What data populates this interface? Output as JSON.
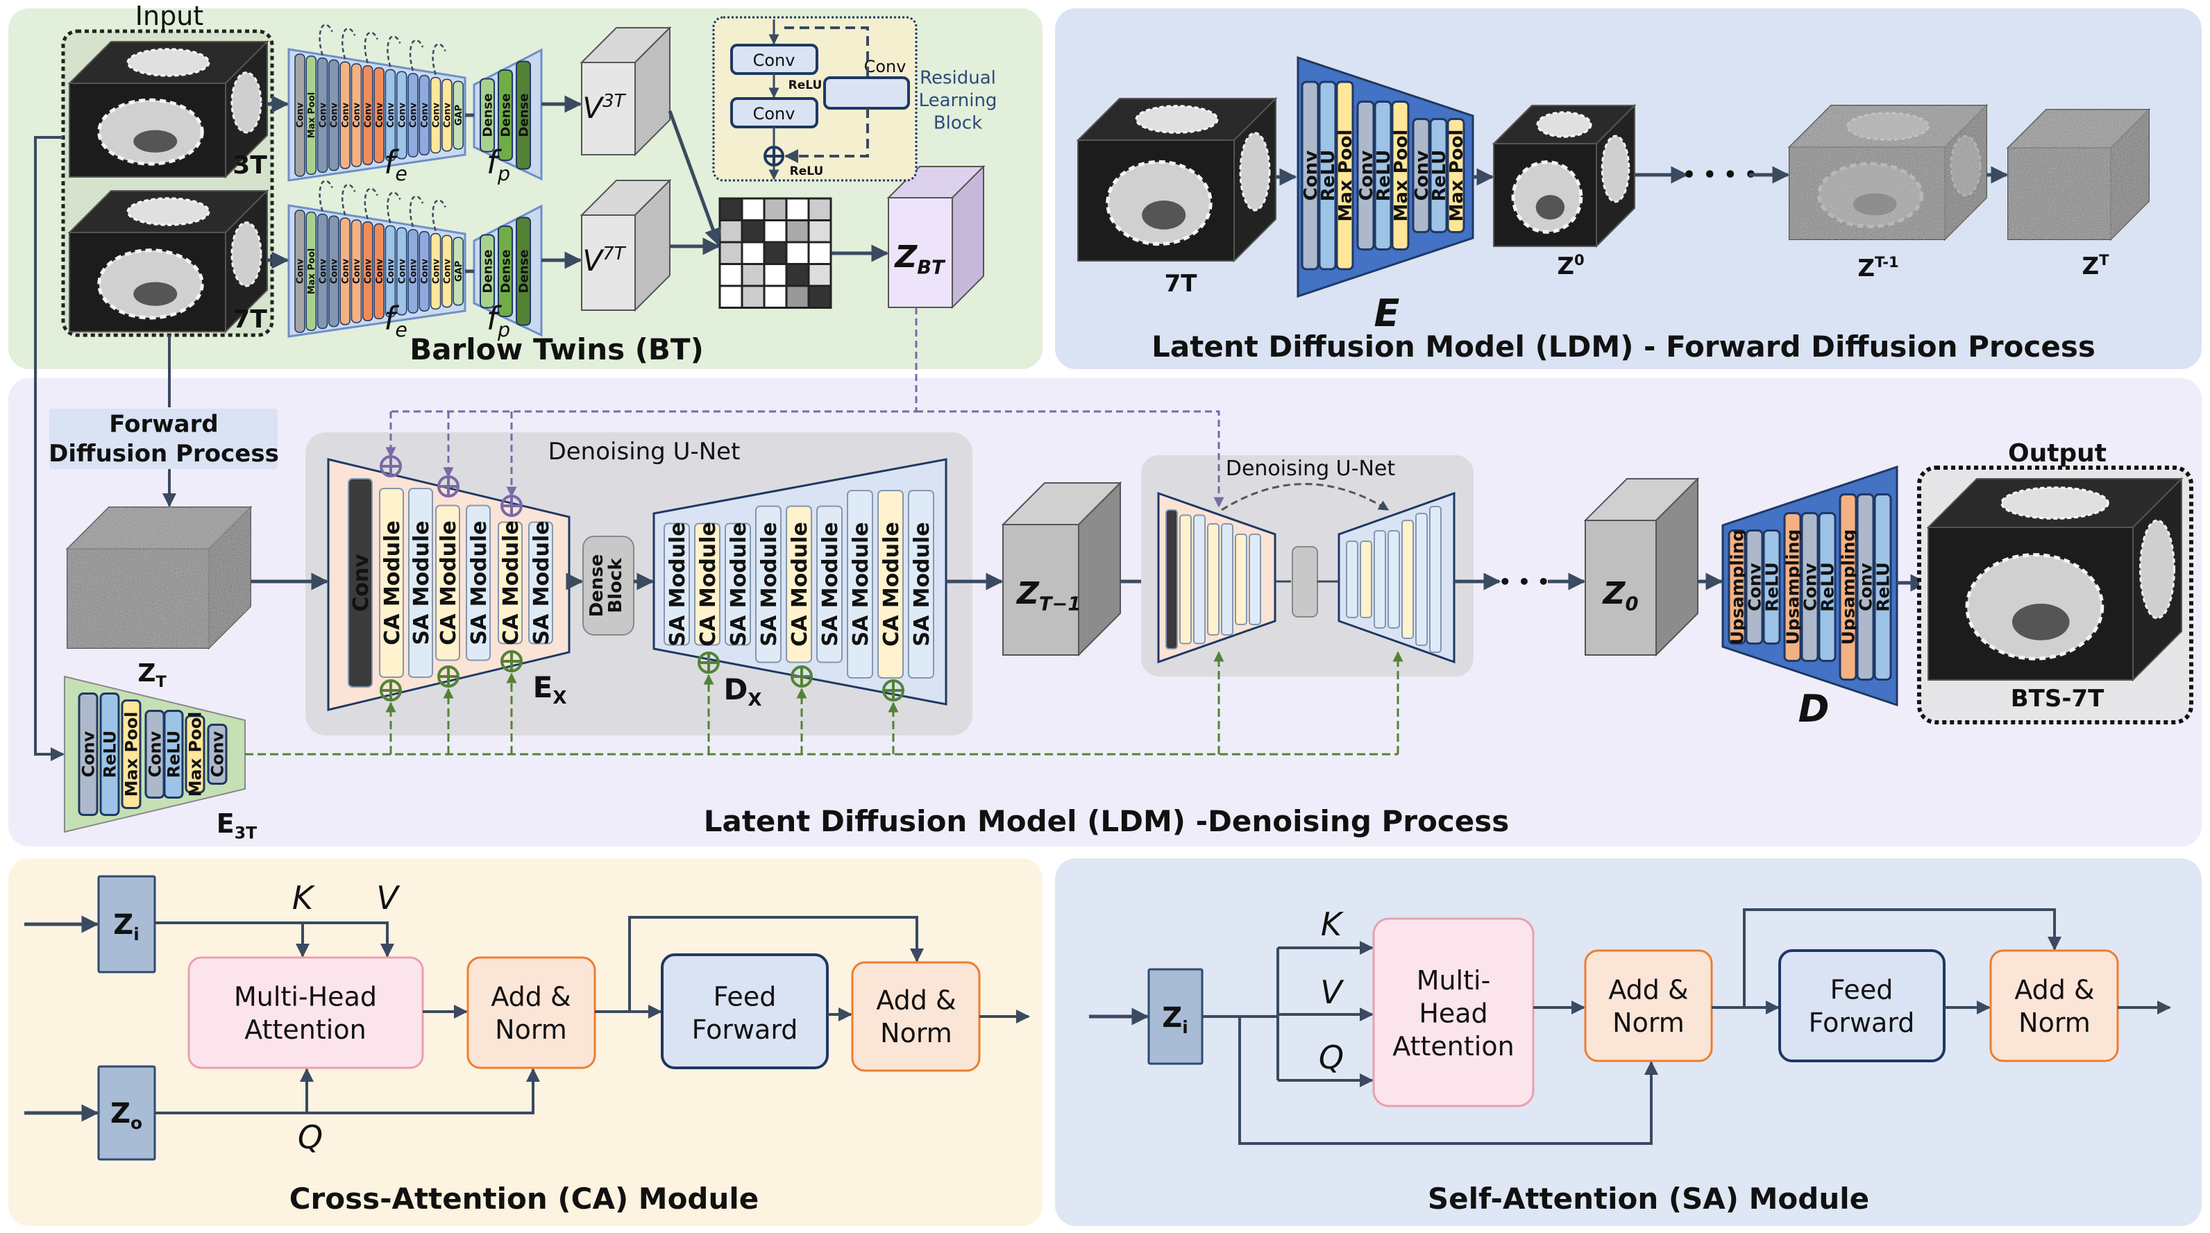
{
  "bt": {
    "title": "Barlow Twins (BT)",
    "input_label": "Input",
    "label_3t": "3T",
    "label_7t": "7T",
    "fe": "f",
    "fe_sub": "e",
    "fp": "f",
    "fp_sub": "p",
    "encoder_layers": [
      "Conv",
      "Max Pool",
      "Conv",
      "Conv",
      "Conv",
      "Conv",
      "Conv",
      "Conv",
      "Conv",
      "Conv",
      "Conv",
      "Conv",
      "Conv",
      "Conv",
      "GAP"
    ],
    "projector_layers": [
      "Dense",
      "Dense",
      "Dense"
    ],
    "v3t": "V",
    "v3t_sup": "3T",
    "v7t": "V",
    "v7t_sup": "7T",
    "zbt": "Z",
    "zbt_sub": "BT",
    "residual": {
      "conv_top": "Conv",
      "conv_bottom": "Conv",
      "relu_mid": "ReLU",
      "relu_out": "ReLU",
      "skip_conv": "Conv",
      "label_lines": [
        "Residual",
        "Learning",
        "Block"
      ]
    }
  },
  "forward": {
    "title": "Latent Diffusion Model (LDM) - Forward Diffusion Process",
    "input_label": "7T",
    "encoder_label": "E",
    "encoder_layers": [
      "Conv",
      "ReLU",
      "Max Pool",
      "Conv",
      "ReLU",
      "Max Pool",
      "Conv",
      "ReLU",
      "Max Pool"
    ],
    "z0": "Z",
    "z0_sup": "0",
    "ellipsis": "• • • •",
    "zt1": "Z",
    "zt1_sup": "T-1",
    "zt": "Z",
    "zt_sup": "T"
  },
  "denoise": {
    "title": "Latent Diffusion Model (LDM) -Denoising Process",
    "forward_box_lines": [
      "Forward",
      "Diffusion Process"
    ],
    "zt": "Z",
    "zt_sub": "T",
    "e3t": "E",
    "e3t_sub": "3T",
    "e3t_layers": [
      "Conv",
      "ReLU",
      "Max Pool",
      "Conv",
      "ReLU",
      "Max Pool",
      "Conv"
    ],
    "unet_title": "Denoising U-Net",
    "ex_layers": [
      "Conv",
      "CA Module",
      "SA Module",
      "CA Module",
      "SA Module",
      "CA Module",
      "SA Module"
    ],
    "ex": "E",
    "ex_sub": "X",
    "dense_block_lines": [
      "Dense",
      "Block"
    ],
    "dx_layers": [
      "SA Module",
      "CA Module",
      "SA Module",
      "SA Module",
      "CA Module",
      "SA Module",
      "SA Module",
      "CA Module",
      "SA Module"
    ],
    "dx": "D",
    "dx_sub": "X",
    "zt_minus1": "Z",
    "zt_minus1_sub": "T−1",
    "unet2_title": "Denoising U-Net",
    "ellipsis": "• • •",
    "z0": "Z",
    "z0_sub": "0",
    "decoder_label": "D",
    "decoder_layers": [
      "Upsampling",
      "Conv",
      "ReLU",
      "Upsampling",
      "Conv",
      "ReLU",
      "Upsampling",
      "Conv",
      "ReLU"
    ],
    "output_label": "Output",
    "output_name": "BTS-7T"
  },
  "ca": {
    "title": "Cross-Attention (CA) Module",
    "zi": "Z",
    "zi_sub": "i",
    "zo": "Z",
    "zo_sub": "o",
    "k": "K",
    "v": "V",
    "q": "Q",
    "mha_lines": [
      "Multi-Head",
      "Attention"
    ],
    "add_norm_lines": [
      "Add &",
      "Norm"
    ],
    "ff_lines": [
      "Feed",
      "Forward"
    ]
  },
  "sa": {
    "title": "Self-Attention (SA) Module",
    "zi": "Z",
    "zi_sub": "i",
    "k": "K",
    "v": "V",
    "q": "Q",
    "mha_lines": [
      "Multi-",
      "Head",
      "Attention"
    ],
    "add_norm_lines": [
      "Add &",
      "Norm"
    ],
    "ff_lines": [
      "Feed",
      "Forward"
    ]
  },
  "colors": {
    "bt_panel": "#e2efda",
    "forward_panel": "#dae3f3",
    "denoise_panel": "#efedf9",
    "ca_panel": "#fdf3e1",
    "sa_panel": "#dfe7f4",
    "encoder_blue": "#4472c4",
    "skip_green": "#548235",
    "cond_purple": "#7b68a6"
  }
}
